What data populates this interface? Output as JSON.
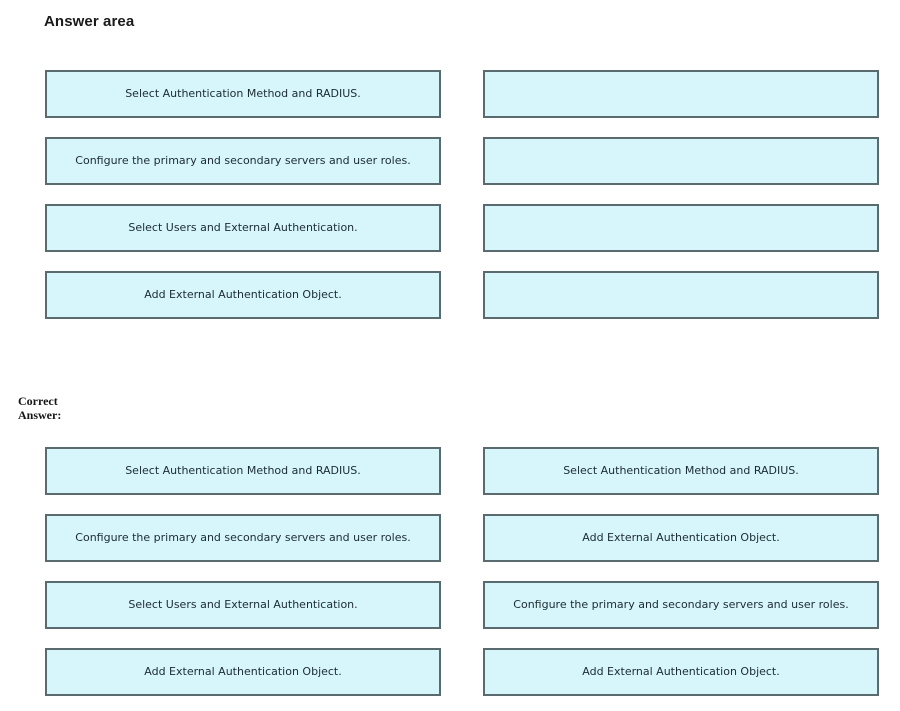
{
  "page": {
    "title": "Answer area",
    "correct_answer_label_line1": "Correct",
    "correct_answer_label_line2": "Answer:",
    "background_color": "#ffffff",
    "box_fill_color": "#d6f6fb",
    "box_border_color": "#5a6b70",
    "text_color": "#1c2b33"
  },
  "answer_area": {
    "heading": "Answer area",
    "left_column": [
      {
        "text": "Select Authentication Method and RADIUS."
      },
      {
        "text": "Configure the primary and secondary servers and user roles."
      },
      {
        "text": "Select Users and External Authentication."
      },
      {
        "text": "Add External Authentication Object."
      }
    ],
    "right_column": [
      {
        "text": ""
      },
      {
        "text": ""
      },
      {
        "text": ""
      },
      {
        "text": ""
      }
    ]
  },
  "correct_answer": {
    "label_line1": "Correct",
    "label_line2": "Answer:",
    "left_column": [
      {
        "text": "Select Authentication Method and RADIUS."
      },
      {
        "text": "Configure the primary and secondary servers and user roles."
      },
      {
        "text": "Select Users and External Authentication."
      },
      {
        "text": "Add External Authentication Object."
      }
    ],
    "right_column": [
      {
        "text": "Select Authentication Method and RADIUS."
      },
      {
        "text": "Add External Authentication Object."
      },
      {
        "text": "Configure the primary and secondary servers and user roles."
      },
      {
        "text": "Add External Authentication Object."
      }
    ]
  }
}
